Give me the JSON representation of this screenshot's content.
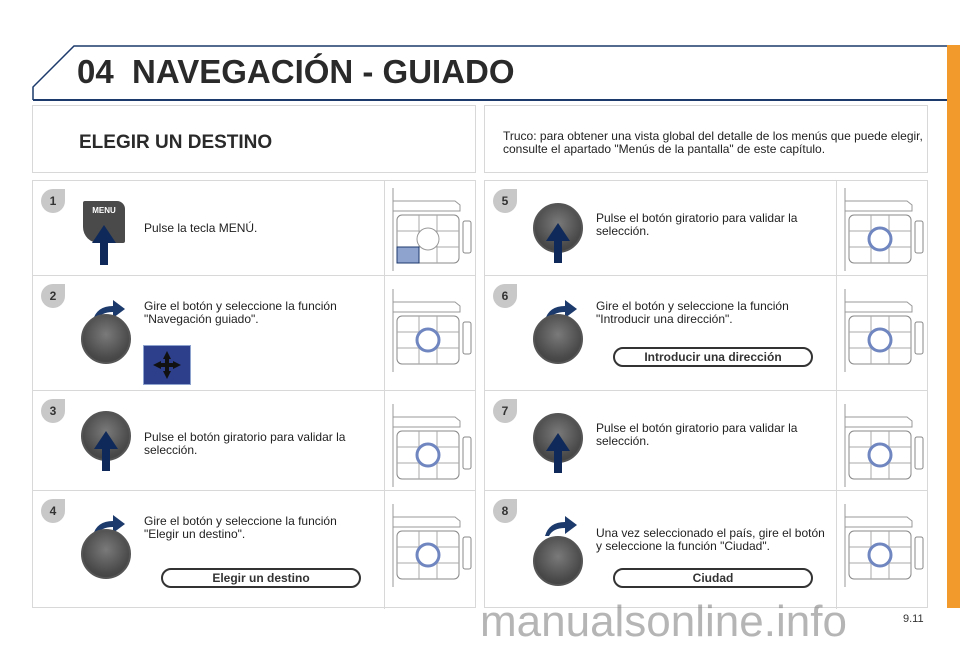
{
  "header": {
    "chapter_number": "04",
    "title": "NAVEGACIÓN - GUIADO"
  },
  "section_title": "ELEGIR UN DESTINO",
  "tip": "Truco: para obtener una vista global del detalle de los menús que puede elegir, consulte el apartado \"Menús de la pantalla\" de este capítulo.",
  "steps": [
    {
      "number": "1",
      "text": "Pulse la tecla MENÚ.",
      "icon": "menu-key-press",
      "panel_key_label": "MENU"
    },
    {
      "number": "2",
      "text": "Gire el botón y seleccione la función \"Navegación guiado\".",
      "icon": "knob-rotate",
      "screen_icon": "navigation-icon"
    },
    {
      "number": "3",
      "text": "Pulse el botón giratorio para validar la selección.",
      "icon": "knob-press"
    },
    {
      "number": "4",
      "text": "Gire el botón y seleccione la función \"Elegir un destino\".",
      "icon": "knob-rotate",
      "option": "Elegir un destino"
    },
    {
      "number": "5",
      "text": "Pulse el botón giratorio para validar la selección.",
      "icon": "knob-press"
    },
    {
      "number": "6",
      "text": "Gire el botón y seleccione la función \"Introducir una dirección\".",
      "icon": "knob-rotate",
      "option": "Introducir una dirección"
    },
    {
      "number": "7",
      "text": "Pulse el botón giratorio para validar la selección.",
      "icon": "knob-press"
    },
    {
      "number": "8",
      "text": "Una vez seleccionado el país, gire el botón y seleccione la función \"Ciudad\".",
      "icon": "knob-rotate",
      "option": "Ciudad"
    }
  ],
  "page_number": "9.11",
  "watermark": "manualsonline.info",
  "colors": {
    "accent": "#f39a2d",
    "header_line": "#1c3a6b",
    "arrow": "#0f2a5a",
    "highlight": "#8fa3cf"
  }
}
